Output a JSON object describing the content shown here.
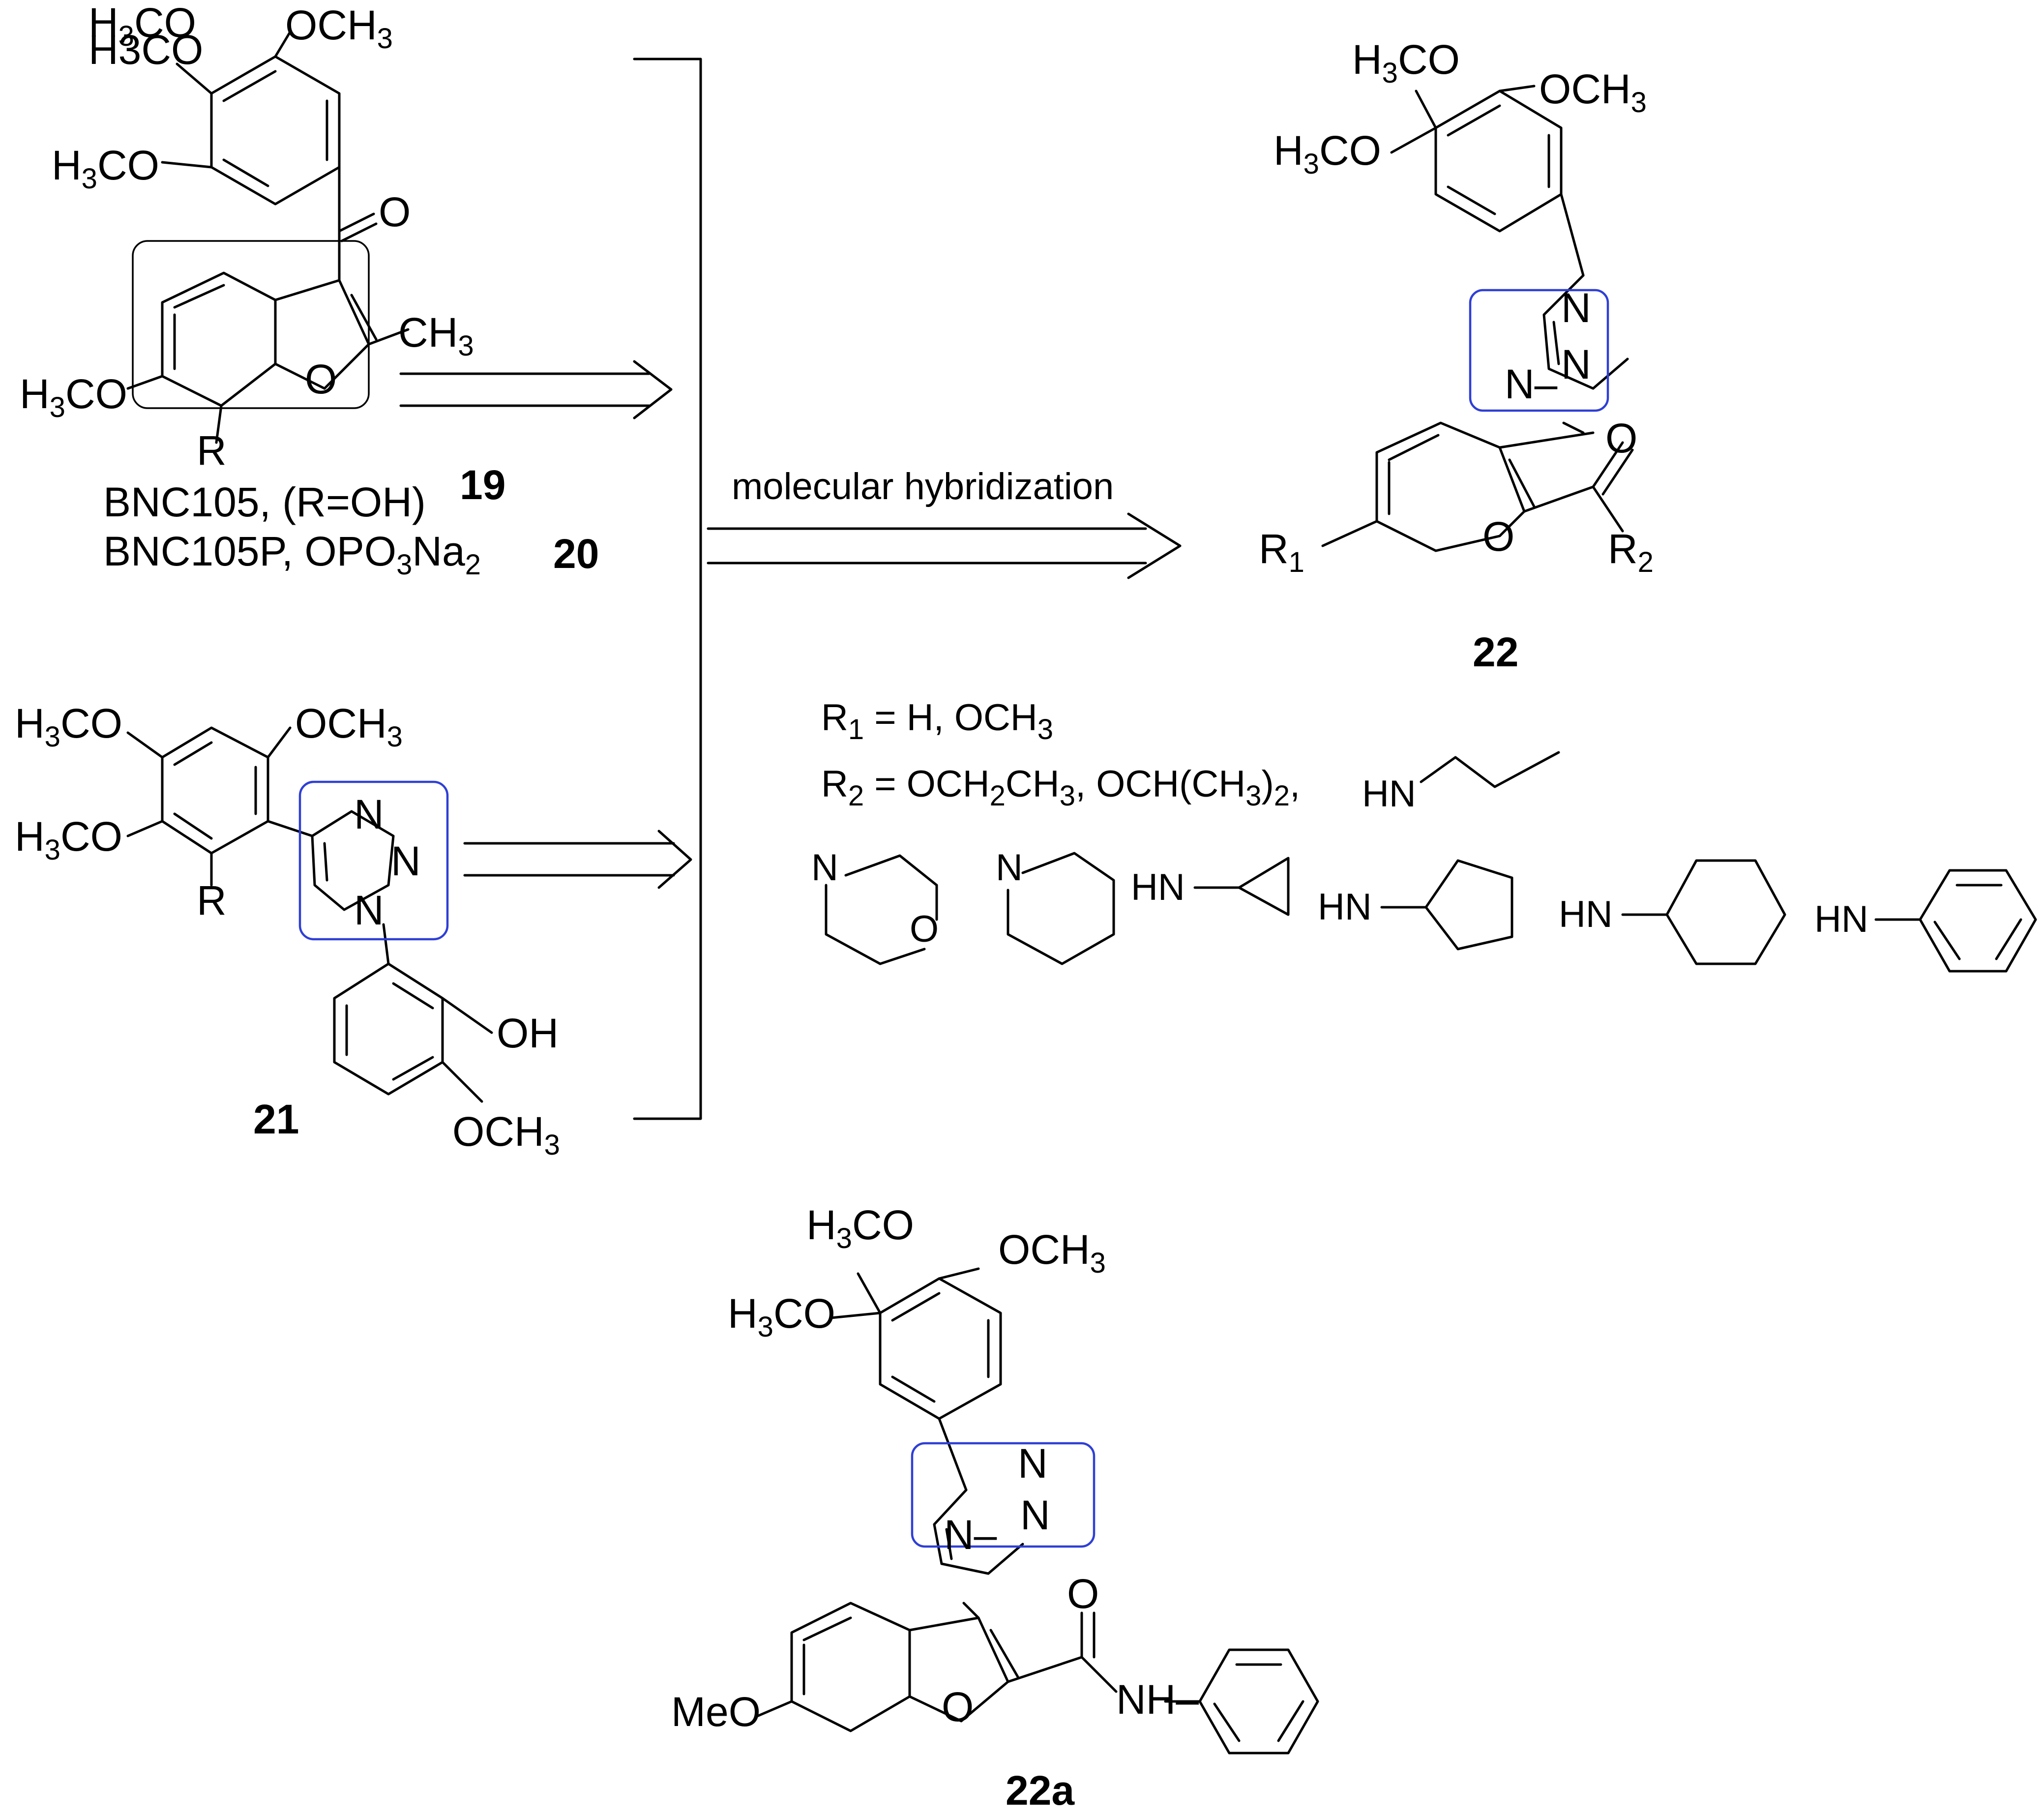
{
  "compounds": {
    "c19": {
      "label": "19",
      "names": [
        "BNC105, (R=OH)",
        "BNC105P, OPO3Na2"
      ]
    },
    "c20": {
      "label": "20"
    },
    "c21": {
      "label": "21"
    },
    "c22": {
      "label": "22"
    },
    "c22a": {
      "label": "22a"
    }
  },
  "arrow": {
    "label": "molecular hybridization"
  },
  "substituents": {
    "r1": "R1 = H, OCH3",
    "r2": "R2 = OCH2CH3, OCH(CH3)2,"
  },
  "atoms": {
    "och3": "OCH3",
    "h3co": "H3CO",
    "ch3": "CH3",
    "o": "O",
    "n": "N",
    "hn": "HN",
    "r": "R",
    "r1": "R1",
    "r2": "R2",
    "oh": "OH",
    "meo": "MeO",
    "nh": "NH"
  }
}
